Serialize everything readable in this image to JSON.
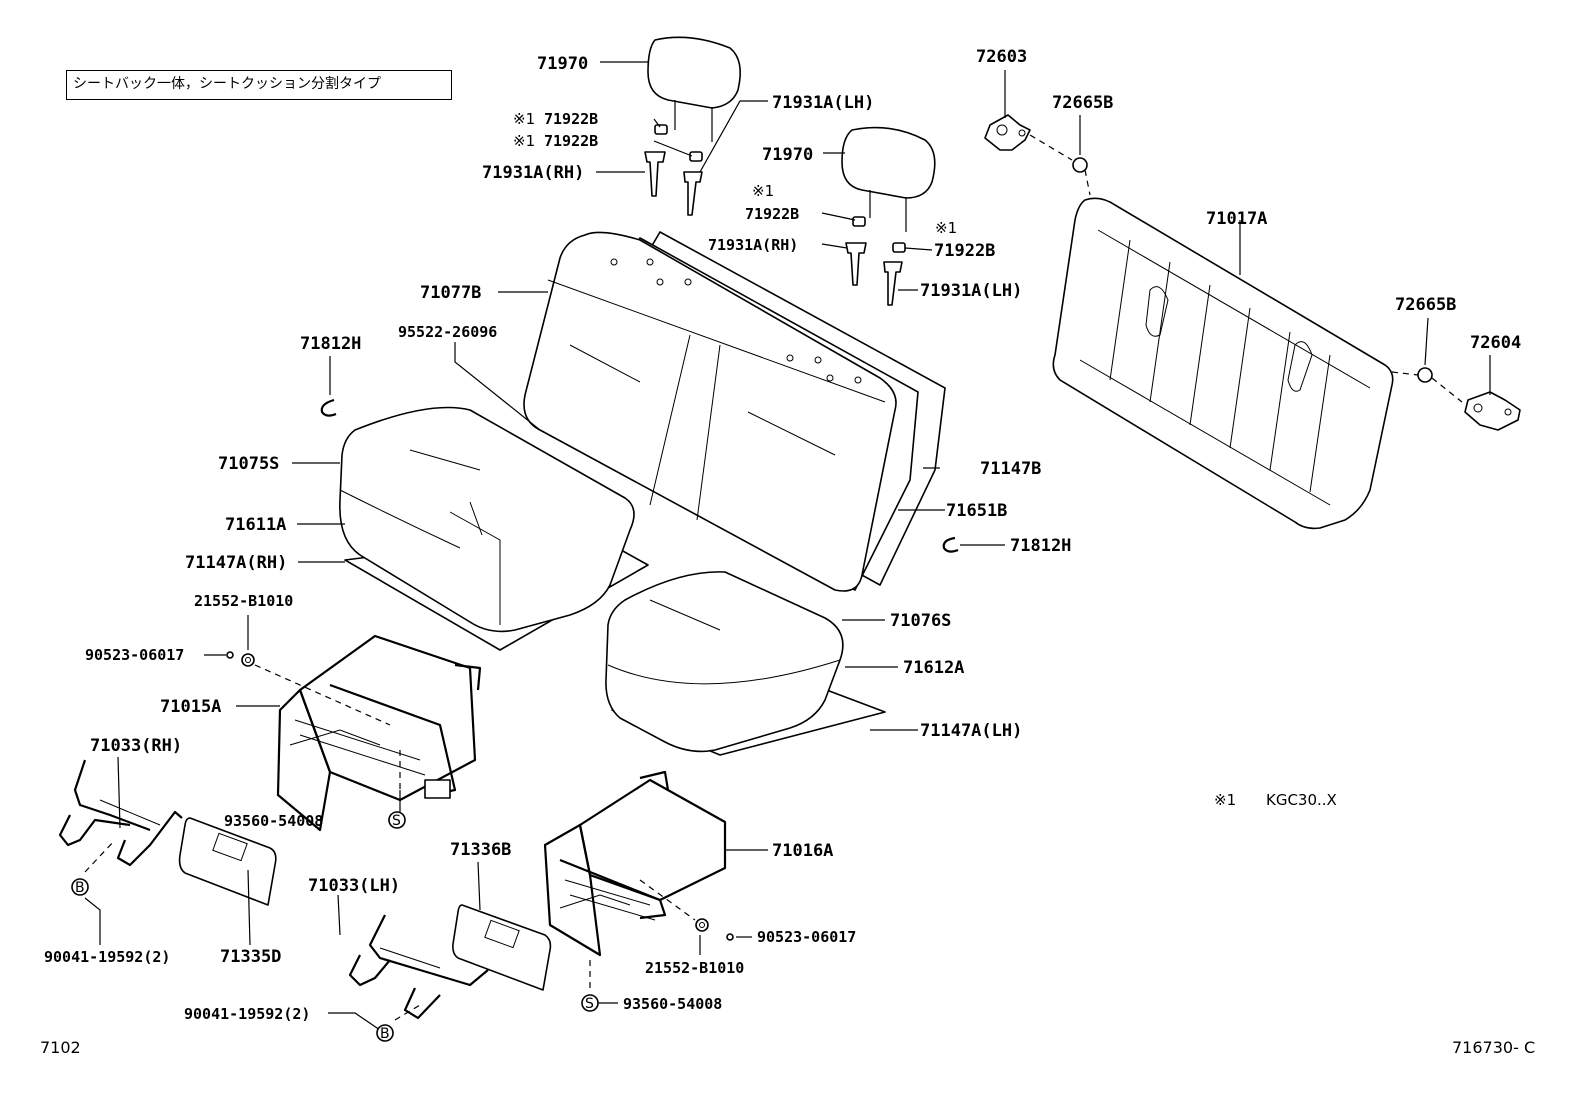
{
  "header": {
    "variant_note": "シートバック一体，シートクッション分割タイプ"
  },
  "footer": {
    "left_code": "7102",
    "right_code": "716730- C"
  },
  "footnote": {
    "symbol": "※1",
    "text": "KGC30..X"
  },
  "symbols": {
    "star": "※1",
    "bolt_b": "B",
    "screw_s": "S"
  },
  "parts": {
    "headrest_left": "71970",
    "headrest_right": "71970",
    "support_lock_left_1": "71922B",
    "support_lock_left_2": "71922B",
    "support_lh_left": "71931A(LH)",
    "support_rh_left": "71931A(RH)",
    "support_lock_right_1": "71922B",
    "support_lock_right_2": "71922B",
    "support_rh_right": "71931A(RH)",
    "support_lh_right": "71931A(LH)",
    "back_cover": "71077B",
    "clip_left": "71812H",
    "hog_ring": "95522-26096",
    "cushion_cover_rh": "71075S",
    "cushion_pad_rh": "71611A",
    "pad_sheet_rh": "71147A(RH)",
    "nut_rh": "21552-B1010",
    "bolt_rh": "90523-06017",
    "cushion_frame_rh": "71015A",
    "hinge_rh": "71033(RH)",
    "screw_rh": "93560-54008",
    "cover_335": "71335D",
    "bolt_b_rh": "90041-19592(2)",
    "back_pad_sheet": "71147B",
    "back_pad": "71651B",
    "clip_right": "71812H",
    "cushion_cover_lh": "71076S",
    "cushion_pad_lh": "71612A",
    "pad_sheet_lh": "71147A(LH)",
    "cushion_frame_lh": "71016A",
    "hinge_lh": "71033(LH)",
    "cover_336": "71336B",
    "bolt_lh": "90523-06017",
    "nut_lh": "21552-B1010",
    "screw_lh": "93560-54008",
    "bolt_b_lh": "90041-19592(2)",
    "hinge_top": "72603",
    "bushing_top": "72665B",
    "back_frame": "71017A",
    "bushing_right": "72665B",
    "hinge_right": "72604"
  }
}
